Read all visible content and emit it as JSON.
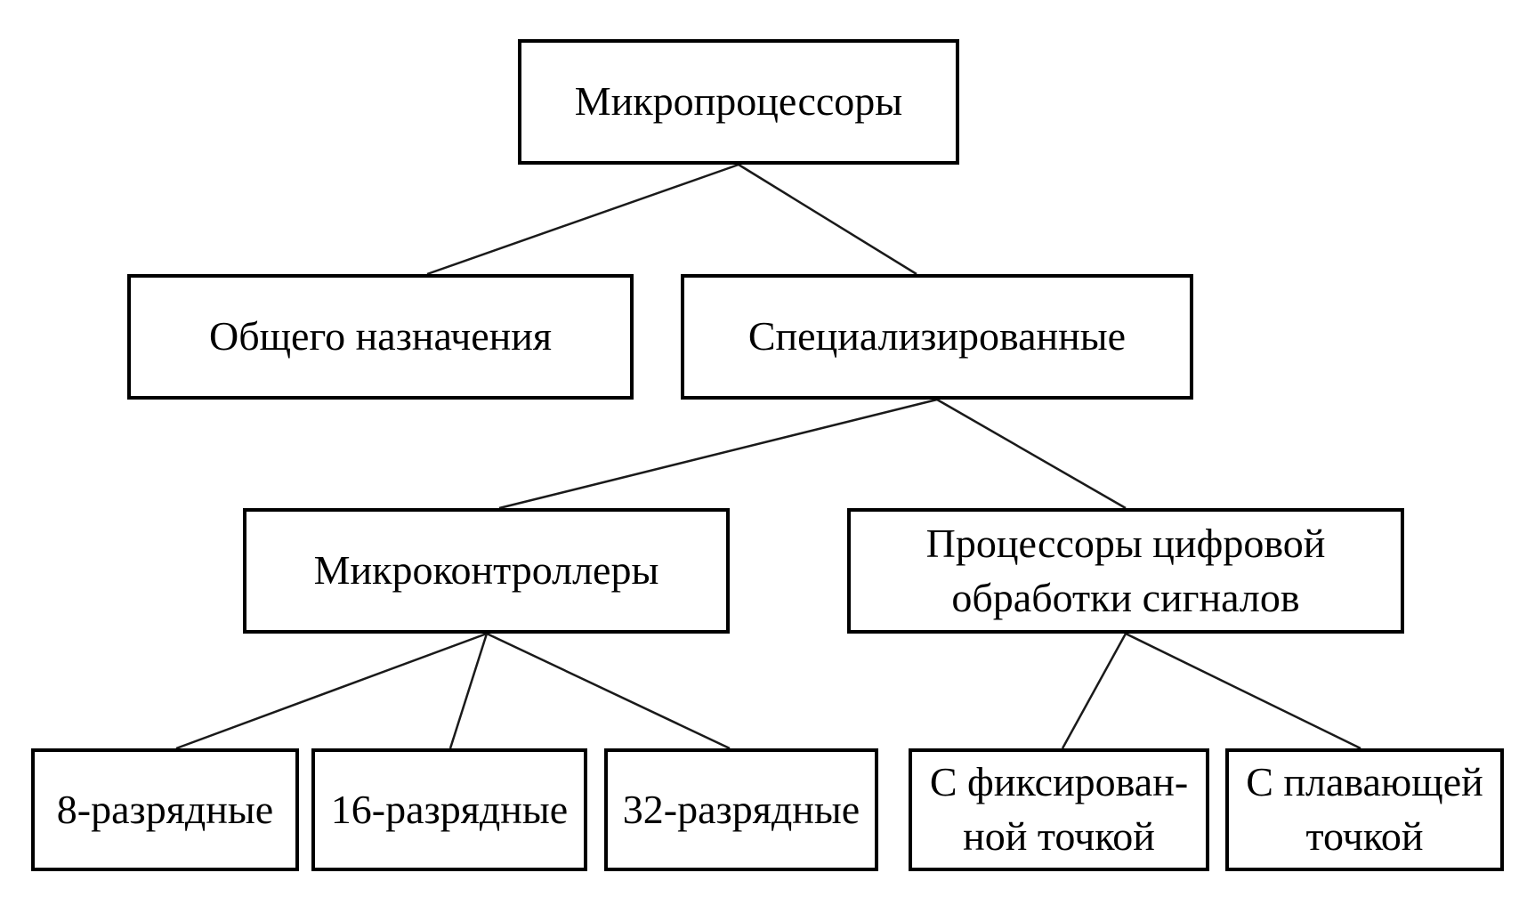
{
  "diagram": {
    "type": "tree",
    "language": "ru",
    "colors": {
      "background": "#ffffff",
      "box_border": "#000000",
      "text": "#000000",
      "line": "#1a1a1a"
    },
    "nodes": {
      "root": {
        "label": "Микропроцессоры"
      },
      "general": {
        "label": "Общего назначения"
      },
      "specialized": {
        "label": "Специализированные"
      },
      "mcu": {
        "label": "Микроконтроллеры"
      },
      "dsp": {
        "label": "Процессоры цифровой\nобработки сигналов"
      },
      "bit8": {
        "label": "8-разрядные"
      },
      "bit16": {
        "label": "16-разрядные"
      },
      "bit32": {
        "label": "32-разрядные"
      },
      "fixed": {
        "label": "С фиксирован-\nной точкой"
      },
      "float": {
        "label": "С плавающей\nточкой"
      }
    },
    "edges": [
      {
        "from": "root",
        "to": "general"
      },
      {
        "from": "root",
        "to": "specialized"
      },
      {
        "from": "specialized",
        "to": "mcu"
      },
      {
        "from": "specialized",
        "to": "dsp"
      },
      {
        "from": "mcu",
        "to": "bit8"
      },
      {
        "from": "mcu",
        "to": "bit16"
      },
      {
        "from": "mcu",
        "to": "bit32"
      },
      {
        "from": "dsp",
        "to": "fixed"
      },
      {
        "from": "dsp",
        "to": "float"
      }
    ]
  }
}
